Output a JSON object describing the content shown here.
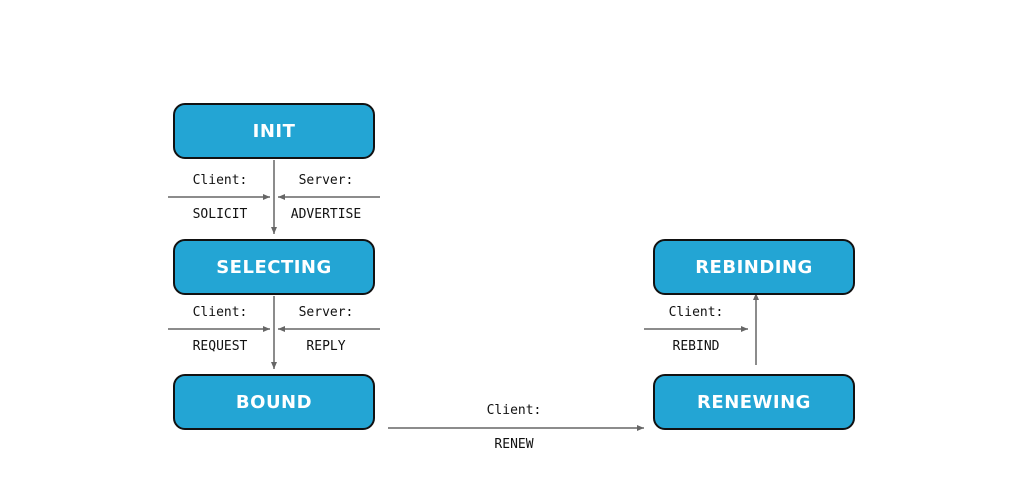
{
  "states": {
    "init": "INIT",
    "selecting": "SELECTING",
    "bound": "BOUND",
    "renewing": "RENEWING",
    "rebinding": "REBINDING"
  },
  "transitions": {
    "init_to_selecting": {
      "client_label": "Client:",
      "client_message": "SOLICIT",
      "server_label": "Server:",
      "server_message": "ADVERTISE"
    },
    "selecting_to_bound": {
      "client_label": "Client:",
      "client_message": "REQUEST",
      "server_label": "Server:",
      "server_message": "REPLY"
    },
    "bound_to_renewing": {
      "client_label": "Client:",
      "client_message": "RENEW"
    },
    "renewing_to_rebinding": {
      "client_label": "Client:",
      "client_message": "REBIND"
    }
  },
  "colors": {
    "state_fill": "#23a5d4",
    "state_border": "#111111",
    "state_text": "#ffffff",
    "arrow": "#666666",
    "label_text": "#111111"
  }
}
